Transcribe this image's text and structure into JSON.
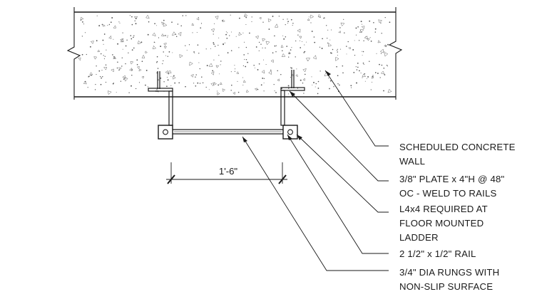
{
  "dimension": {
    "label": "1'-6\""
  },
  "callouts": [
    {
      "id": "wall",
      "lines": [
        "SCHEDULED CONCRETE",
        "WALL"
      ]
    },
    {
      "id": "plate",
      "lines": [
        "3/8\" PLATE x 4\"H @ 48\"",
        "OC - WELD TO RAILS"
      ]
    },
    {
      "id": "angle",
      "lines": [
        "L4x4 REQUIRED AT",
        "FLOOR MOUNTED",
        "LADDER"
      ]
    },
    {
      "id": "rail",
      "lines": [
        "2 1/2\" x 1/2\" RAIL"
      ]
    },
    {
      "id": "rungs",
      "lines": [
        "3/4\" DIA RUNGS WITH",
        "NON-SLIP SURFACE"
      ]
    }
  ]
}
